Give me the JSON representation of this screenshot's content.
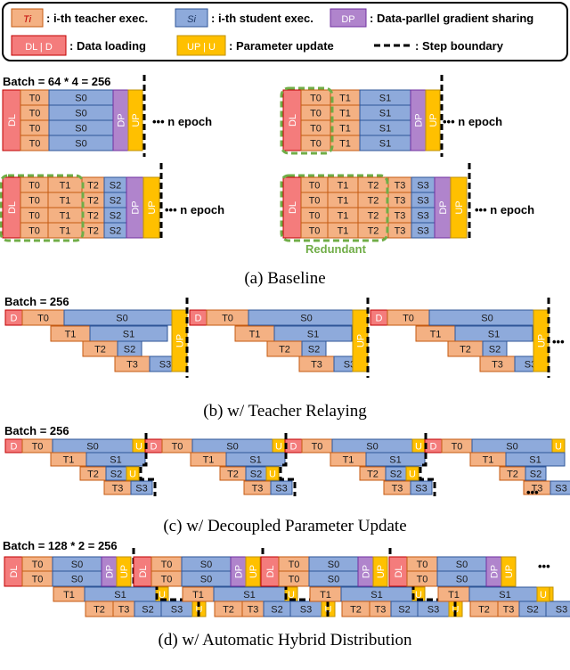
{
  "colors": {
    "teacher": "#f4b183",
    "student": "#8eaadb",
    "dp": "#b084cc",
    "dl": "#f47c7c",
    "up": "#ffc000",
    "boundary": "#000000",
    "redundant": "#70ad47"
  },
  "legend": {
    "teacher_tag": "Ti",
    "teacher_label": ": i-th teacher exec.",
    "student_tag": "Si",
    "student_label": ": i-th student exec.",
    "dp_tag": "DP",
    "dp_label": ": Data-parllel gradient sharing",
    "dl_tag": "DL | D",
    "dl_label": ": Data loading",
    "up_tag": "UP | U",
    "up_label": ": Parameter update",
    "boundary_label": ": Step boundary"
  },
  "baseline": {
    "batch_label": "Batch = 64 * 4 = 256",
    "epoch_label": "••• n epoch",
    "redundant_label": "Redundant",
    "caption": "(a) Baseline"
  },
  "relaying": {
    "batch_label": "Batch = 256",
    "ellipsis": "•••",
    "caption": "(b) w/ Teacher Relaying"
  },
  "decoupled": {
    "batch_label": "Batch = 256",
    "ellipsis": "•••",
    "caption": "(c) w/ Decoupled Parameter Update"
  },
  "hybrid": {
    "batch_label": "Batch = 128 * 2 = 256",
    "ellipsis": "•••",
    "caption": "(d) w/ Automatic Hybrid Distribution"
  },
  "block_labels": {
    "DL": "DL",
    "D": "D",
    "DP": "DP",
    "UP": "UP",
    "U": "U",
    "T0": "T0",
    "T1": "T1",
    "T2": "T2",
    "T3": "T3",
    "S0": "S0",
    "S1": "S1",
    "S2": "S2",
    "S3": "S3"
  }
}
